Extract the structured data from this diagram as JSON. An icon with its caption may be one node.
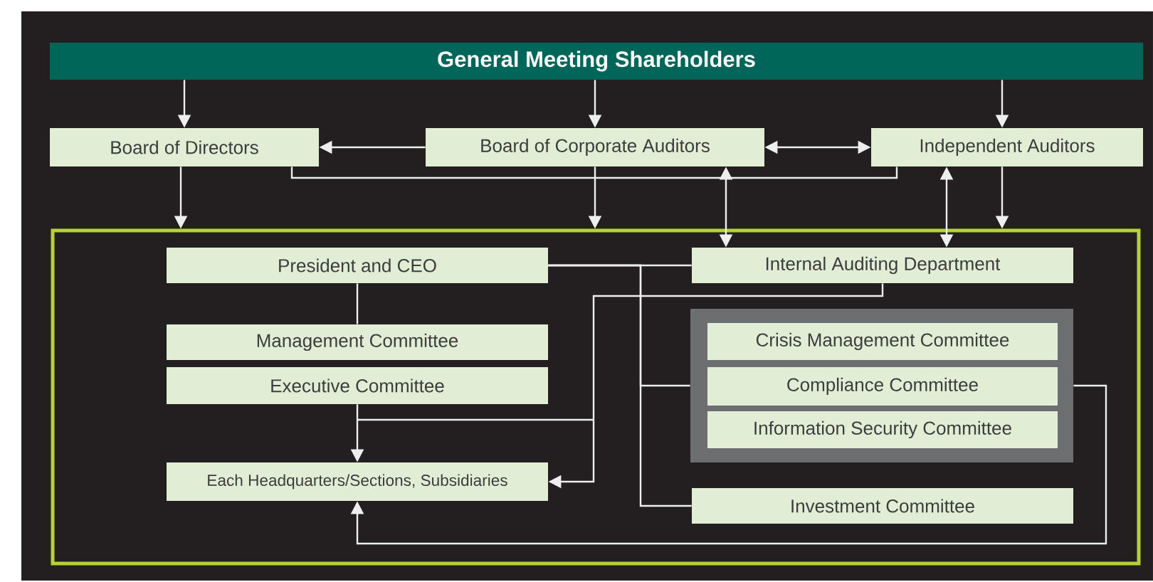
{
  "diagram": {
    "nodes": [
      {
        "text": [
          "General Meeting Shareholders"
        ]
      },
      {
        "text": [
          "Board of Directors"
        ]
      },
      {
        "text": [
          "Board of Corporate Auditors"
        ]
      },
      {
        "text": [
          "Independent Auditors"
        ]
      },
      {
        "text": [],
        "shape": "box"
      },
      {
        "text": [
          "President and CEO"
        ],
        "in": 4
      },
      {
        "text": [
          "Internal Auditing Department"
        ],
        "in": 4
      },
      {
        "text": [
          "Management Committee"
        ],
        "in": 4
      },
      {
        "text": [
          "Executive Committee"
        ],
        "in": 4
      },
      {
        "text": [],
        "shape": "box",
        "in": 4
      },
      {
        "text": [
          "Crisis Management Committee"
        ],
        "in": 9
      },
      {
        "text": [
          "Compliance Committee"
        ],
        "in": 9
      },
      {
        "text": [
          "Information Security Committee"
        ],
        "in": 9
      },
      {
        "text": [
          "Each Headquarters/Sections, Subsidiaries"
        ],
        "in": 4
      },
      {
        "text": [
          "Investment Committee"
        ],
        "in": 4
      }
    ],
    "edges": [
      {
        "from": 0,
        "to": 1,
        "arrow": "to"
      },
      {
        "from": 0,
        "to": 2,
        "arrow": "to"
      },
      {
        "from": 0,
        "to": 3,
        "arrow": "to"
      },
      {
        "from": 2,
        "to": 1,
        "arrow": "to"
      },
      {
        "from": 2,
        "to": 3,
        "arrow": "both"
      },
      {
        "from": 1,
        "to": 4,
        "arrow": "to"
      },
      {
        "from": 2,
        "to": 4,
        "arrow": "to"
      },
      {
        "from": 3,
        "to": 4,
        "arrow": "to"
      },
      {
        "from": 1,
        "to": 3,
        "arrow": "none"
      },
      {
        "from": 2,
        "to": 6,
        "arrow": "both"
      },
      {
        "from": 3,
        "to": 6,
        "arrow": "both"
      },
      {
        "from": 5,
        "to": 6,
        "arrow": "none"
      },
      {
        "from": 5,
        "to": 7,
        "arrow": "none"
      },
      {
        "from": 5,
        "to": 9,
        "arrow": "none"
      },
      {
        "from": 5,
        "to": 14,
        "arrow": "none"
      },
      {
        "from": 8,
        "to": 13,
        "arrow": "to"
      },
      {
        "from": 6,
        "to": 13,
        "arrow": "to"
      },
      {
        "from": 9,
        "to": 13,
        "arrow": "to"
      }
    ]
  }
}
